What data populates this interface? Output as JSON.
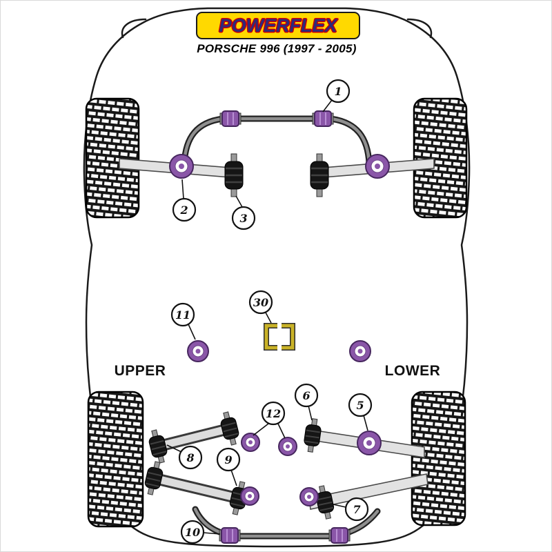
{
  "header": {
    "logo_text": "POWERFLEX",
    "title": "PORSCHE 996 (1997 - 2005)"
  },
  "labels": {
    "upper": "UPPER",
    "lower": "LOWER"
  },
  "colors": {
    "bushing_purple": "#8a56a8",
    "bracket_yellow": "#c9b227",
    "logo_yellow": "#ffd900",
    "logo_blue": "#2e2a7a",
    "logo_red": "#cc0000",
    "tire_black": "#161616",
    "arm_gray": "#e2e2e2"
  },
  "callouts": {
    "n1": "1",
    "n2": "2",
    "n3": "3",
    "n5": "5",
    "n6": "6",
    "n7": "7",
    "n8": "8",
    "n9": "9",
    "n10": "10",
    "n11": "11",
    "n12": "12",
    "n30": "30"
  }
}
